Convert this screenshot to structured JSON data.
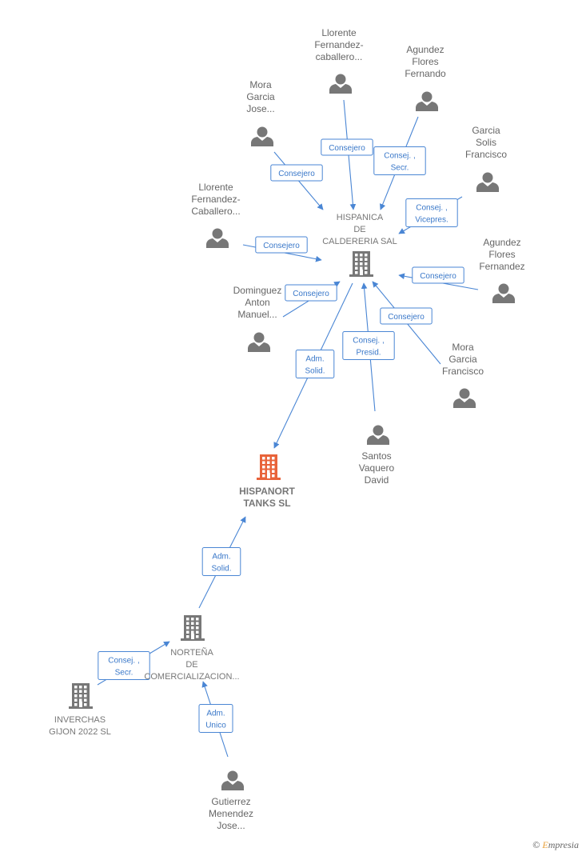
{
  "colors": {
    "accent": "#4a86d4",
    "node": "#777777",
    "main": "#e8633a"
  },
  "nodes": [
    {
      "id": "hispanica",
      "kind": "company",
      "lines": [
        "HISPANICA",
        "DE",
        "CALDERERIA SAL"
      ]
    },
    {
      "id": "hispanort",
      "kind": "main",
      "lines": [
        "HISPANORT",
        "TANKS  SL"
      ]
    },
    {
      "id": "nortena",
      "kind": "company",
      "lines": [
        "NORTEÑA",
        "DE",
        "COMERCIALIZACION..."
      ]
    },
    {
      "id": "inverchas",
      "kind": "company",
      "lines": [
        "INVERCHAS",
        "GIJON 2022  SL"
      ]
    },
    {
      "id": "llorente1",
      "kind": "person",
      "lines": [
        "Llorente",
        "Fernandez-",
        "caballero..."
      ]
    },
    {
      "id": "agundezff",
      "kind": "person",
      "lines": [
        "Agundez",
        "Flores",
        "Fernando"
      ]
    },
    {
      "id": "moraj",
      "kind": "person",
      "lines": [
        "Mora",
        "Garcia",
        "Jose..."
      ]
    },
    {
      "id": "garcias",
      "kind": "person",
      "lines": [
        "Garcia",
        "Solis",
        "Francisco"
      ]
    },
    {
      "id": "llorente2",
      "kind": "person",
      "lines": [
        "Llorente",
        "Fernandez-",
        "Caballero..."
      ]
    },
    {
      "id": "agundezfe",
      "kind": "person",
      "lines": [
        "Agundez",
        "Flores",
        "Fernandez"
      ]
    },
    {
      "id": "dominguez",
      "kind": "person",
      "lines": [
        "Dominguez",
        "Anton",
        "Manuel..."
      ]
    },
    {
      "id": "moraf",
      "kind": "person",
      "lines": [
        "Mora",
        "Garcia",
        "Francisco"
      ]
    },
    {
      "id": "santos",
      "kind": "person",
      "lines": [
        "Santos",
        "Vaquero",
        "David"
      ]
    },
    {
      "id": "gutierrez",
      "kind": "person",
      "lines": [
        "Gutierrez",
        "Menendez",
        "Jose..."
      ]
    }
  ],
  "edges": [
    {
      "from": "llorente1",
      "to": "hispanica",
      "label": [
        "Consejero"
      ]
    },
    {
      "from": "agundezff",
      "to": "hispanica",
      "label": [
        "Consej. ,",
        "Secr."
      ]
    },
    {
      "from": "moraj",
      "to": "hispanica",
      "label": [
        "Consejero"
      ]
    },
    {
      "from": "garcias",
      "to": "hispanica",
      "label": [
        "Consej. ,",
        "Vicepres."
      ]
    },
    {
      "from": "llorente2",
      "to": "hispanica",
      "label": [
        "Consejero"
      ]
    },
    {
      "from": "agundezfe",
      "to": "hispanica",
      "label": [
        "Consejero"
      ]
    },
    {
      "from": "dominguez",
      "to": "hispanica",
      "label": [
        "Consejero"
      ]
    },
    {
      "from": "moraf",
      "to": "hispanica",
      "label": [
        "Consejero"
      ]
    },
    {
      "from": "santos",
      "to": "hispanica",
      "label": [
        "Consej. ,",
        "Presid."
      ]
    },
    {
      "from": "hispanica",
      "to": "hispanort",
      "label": [
        "Adm.",
        "Solid."
      ]
    },
    {
      "from": "nortena",
      "to": "hispanort",
      "label": [
        "Adm.",
        "Solid."
      ]
    },
    {
      "from": "inverchas",
      "to": "nortena",
      "label": [
        "Consej. ,",
        "Secr."
      ]
    },
    {
      "from": "gutierrez",
      "to": "nortena",
      "label": [
        "Adm.",
        "Unico"
      ]
    }
  ],
  "footer": {
    "symbol": "©",
    "brand_initial": "E",
    "brand_rest": "mpresia"
  }
}
